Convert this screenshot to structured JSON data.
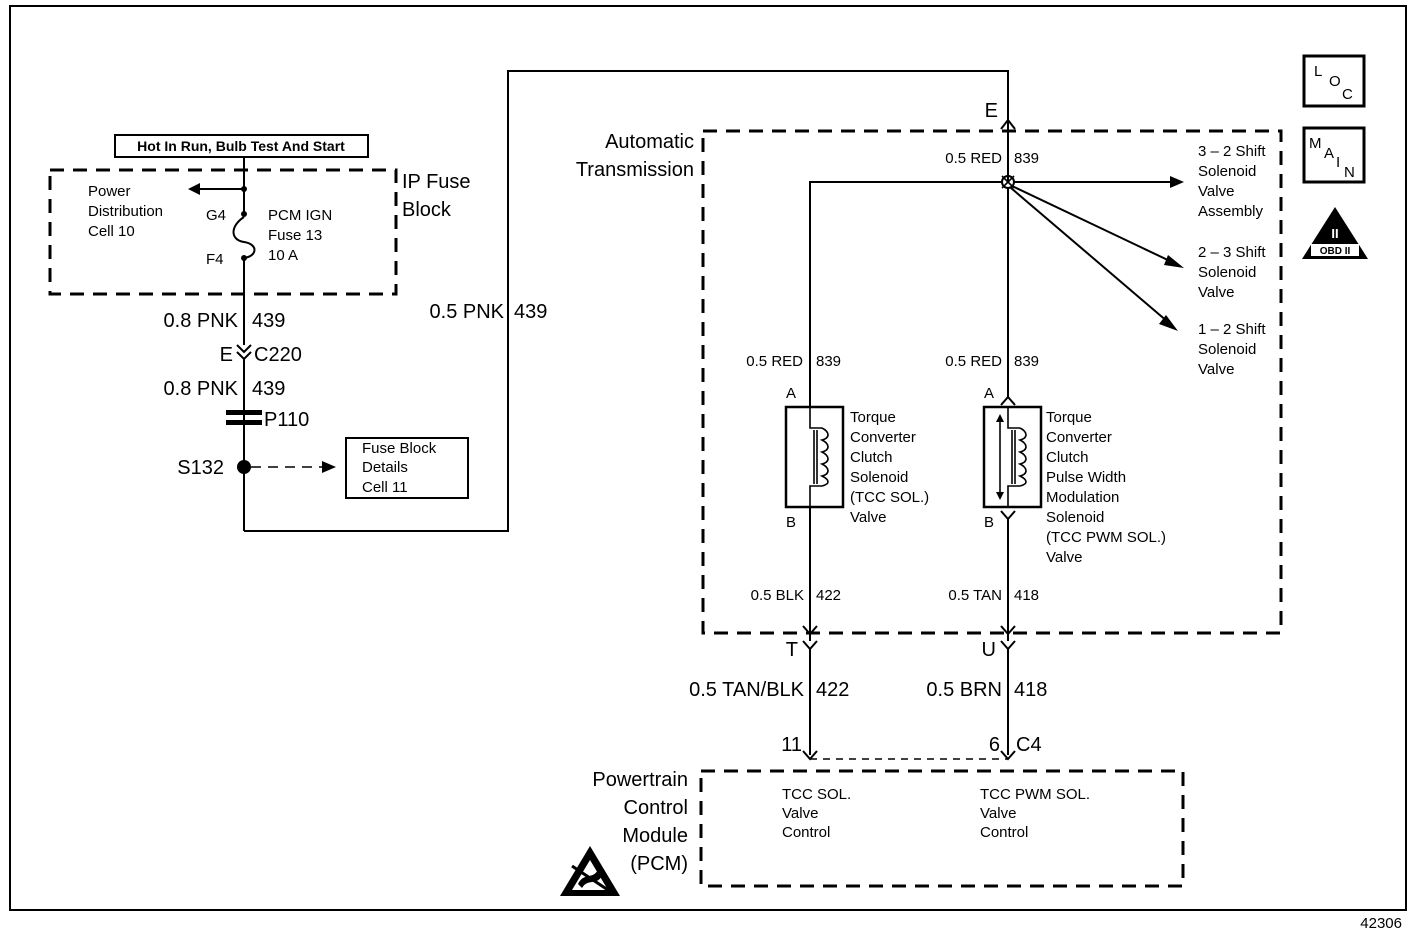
{
  "hot_in_run_label": "Hot In Run, Bulb Test And Start",
  "ip_fuse_block": {
    "title_line1": "IP Fuse",
    "title_line2": "Block",
    "power_dist_line1": "Power",
    "power_dist_line2": "Distribution",
    "power_dist_line3": "Cell 10",
    "terminal_top": "G4",
    "terminal_bottom": "F4",
    "fuse_line1": "PCM IGN",
    "fuse_line2": "Fuse 13",
    "fuse_line3": "10 A"
  },
  "left_wires": {
    "wire1": "0.8 PNK",
    "wire1_circuit": "439",
    "connector_pin": "E",
    "connector": "C220",
    "wire2": "0.8 PNK",
    "wire2_circuit": "439",
    "pass_through": "P110",
    "splice": "S132",
    "fuse_details_line1": "Fuse Block",
    "fuse_details_line2": "Details",
    "fuse_details_line3": "Cell 11"
  },
  "feed_wire": {
    "color": "0.5 PNK",
    "circuit": "439"
  },
  "transmission": {
    "title_line1": "Automatic",
    "title_line2": "Transmission",
    "pin_e": "E",
    "top_wire": "0.5 RED",
    "top_circuit": "839",
    "shift32_line1": "3 – 2 Shift",
    "shift32_line2": "Solenoid",
    "shift32_line3": "Valve",
    "shift32_line4": "Assembly",
    "shift23_line1": "2 – 3 Shift",
    "shift23_line2": "Solenoid",
    "shift23_line3": "Valve",
    "shift12_line1": "1 – 2 Shift",
    "shift12_line2": "Solenoid",
    "shift12_line3": "Valve",
    "left_wire": "0.5 RED",
    "left_circuit": "839",
    "right_wire": "0.5 RED",
    "right_circuit": "839",
    "tcc_pin_a": "A",
    "tcc_pin_b": "B",
    "tcc_line1": "Torque",
    "tcc_line2": "Converter",
    "tcc_line3": "Clutch",
    "tcc_line4": "Solenoid",
    "tcc_line5": "(TCC SOL.)",
    "tcc_line6": "Valve",
    "pwm_pin_a": "A",
    "pwm_pin_b": "B",
    "pwm_line1": "Torque",
    "pwm_line2": "Converter",
    "pwm_line3": "Clutch",
    "pwm_line4": "Pulse Width",
    "pwm_line5": "Modulation",
    "pwm_line6": "Solenoid",
    "pwm_line7": "(TCC PWM SOL.)",
    "pwm_line8": "Valve",
    "blk_wire": "0.5 BLK",
    "blk_circuit": "422",
    "tan_wire": "0.5 TAN",
    "tan_circuit": "418",
    "pin_t": "T",
    "pin_u": "U"
  },
  "harness": {
    "left_wire": "0.5 TAN/BLK",
    "left_circuit": "422",
    "right_wire": "0.5 BRN",
    "right_circuit": "418",
    "pcm_pin_left": "11",
    "pcm_pin_right": "6",
    "pcm_connector": "C4"
  },
  "pcm": {
    "title_line1": "Powertrain",
    "title_line2": "Control",
    "title_line3": "Module",
    "title_line4": "(PCM)",
    "tcc_ctrl_line1": "TCC SOL.",
    "tcc_ctrl_line2": "Valve",
    "tcc_ctrl_line3": "Control",
    "pwm_ctrl_line1": "TCC PWM SOL.",
    "pwm_ctrl_line2": "Valve",
    "pwm_ctrl_line3": "Control"
  },
  "icons": {
    "loc_l": "L",
    "loc_o": "O",
    "loc_c": "C",
    "main_m": "M",
    "main_a": "A",
    "main_i": "I",
    "main_n": "N",
    "obd_roman": "II",
    "obd_text": "OBD II"
  },
  "figure_number": "42306"
}
